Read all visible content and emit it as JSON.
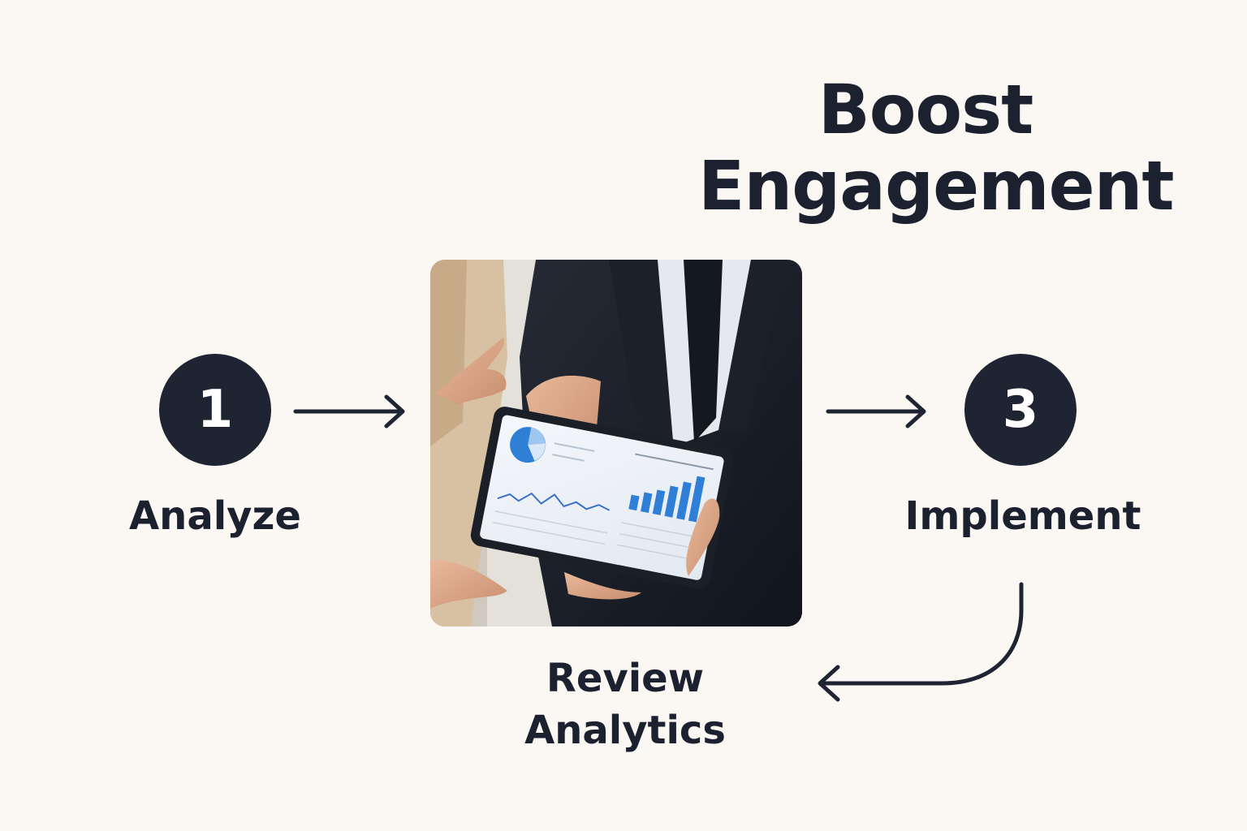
{
  "title": {
    "line1": "Boost",
    "line2": "Engagement"
  },
  "steps": [
    {
      "number": "1",
      "label": "Analyze"
    },
    {
      "number": "3",
      "label": "Implement"
    }
  ],
  "review": {
    "line1": "Review",
    "line2": "Analytics"
  },
  "colors": {
    "background": "#fbf8f4",
    "circle": "#1f2433",
    "text": "#1c2130",
    "chart_blue": "#2f7fd6"
  },
  "icons": {
    "arrow_right": "arrow-right-icon",
    "arrow_curved": "curved-arrow-icon"
  }
}
